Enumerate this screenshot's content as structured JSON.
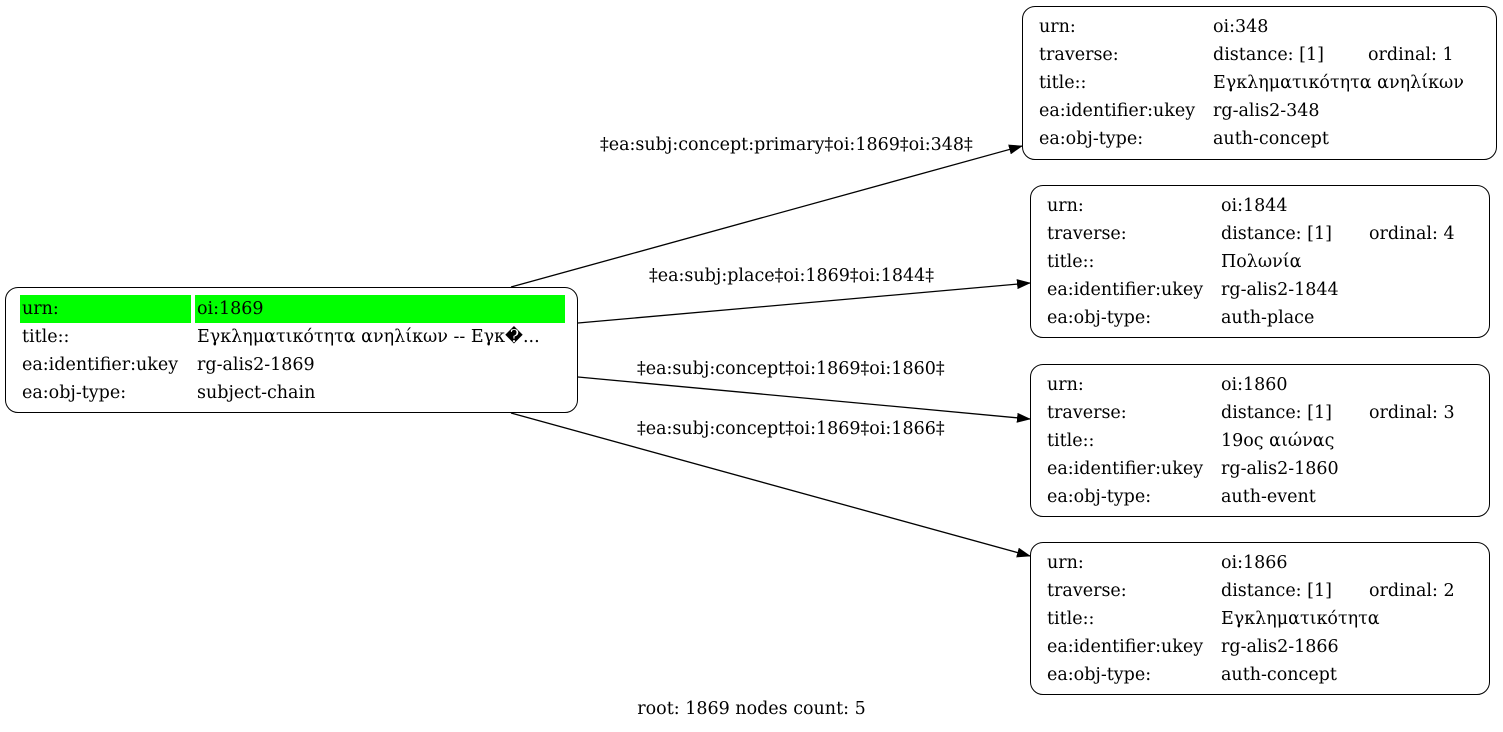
{
  "root_node": {
    "rows": [
      {
        "key": "urn:",
        "value": "oi:1869",
        "highlight": true
      },
      {
        "key": "title::",
        "value": "Εγκληματικότητα ανηλίκων -- Εγκ�..."
      },
      {
        "key": "ea:identifier:ukey",
        "value": "rg-alis2-1869"
      },
      {
        "key": "ea:obj-type:",
        "value": "subject-chain"
      }
    ]
  },
  "nodes": [
    {
      "urn_key": "urn:",
      "urn": "oi:348",
      "traverse_key": "traverse:",
      "distance": "distance: [1]",
      "ordinal": "ordinal: 1",
      "title_key": "title::",
      "title": "Εγκληματικότητα ανηλίκων",
      "ukey_key": "ea:identifier:ukey",
      "ukey": "rg-alis2-348",
      "type_key": "ea:obj-type:",
      "type": "auth-concept"
    },
    {
      "urn_key": "urn:",
      "urn": "oi:1844",
      "traverse_key": "traverse:",
      "distance": "distance: [1]",
      "ordinal": "ordinal: 4",
      "title_key": "title::",
      "title": "Πολωνία",
      "ukey_key": "ea:identifier:ukey",
      "ukey": "rg-alis2-1844",
      "type_key": "ea:obj-type:",
      "type": "auth-place"
    },
    {
      "urn_key": "urn:",
      "urn": "oi:1860",
      "traverse_key": "traverse:",
      "distance": "distance: [1]",
      "ordinal": "ordinal: 3",
      "title_key": "title::",
      "title": "19ος αιώνας",
      "ukey_key": "ea:identifier:ukey",
      "ukey": "rg-alis2-1860",
      "type_key": "ea:obj-type:",
      "type": "auth-event"
    },
    {
      "urn_key": "urn:",
      "urn": "oi:1866",
      "traverse_key": "traverse:",
      "distance": "distance: [1]",
      "ordinal": "ordinal: 2",
      "title_key": "title::",
      "title": "Εγκληματικότητα",
      "ukey_key": "ea:identifier:ukey",
      "ukey": "rg-alis2-1866",
      "type_key": "ea:obj-type:",
      "type": "auth-concept"
    }
  ],
  "edges": [
    {
      "label": "‡ea:subj:concept:primary‡oi:1869‡oi:348‡"
    },
    {
      "label": "‡ea:subj:place‡oi:1869‡oi:1844‡"
    },
    {
      "label": "‡ea:subj:concept‡oi:1869‡oi:1860‡"
    },
    {
      "label": "‡ea:subj:concept‡oi:1869‡oi:1866‡"
    }
  ],
  "footer": "root: 1869 nodes count: 5",
  "colors": {
    "highlight": "#00ff00",
    "stroke": "#000000",
    "background": "#ffffff"
  }
}
